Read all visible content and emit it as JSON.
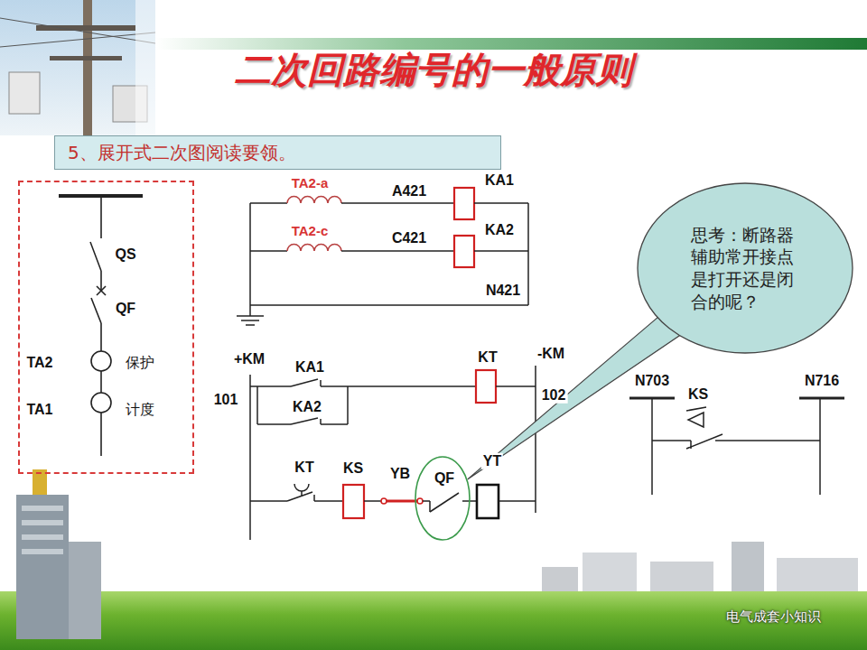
{
  "diagram": {
    "title": "二次回路编号的一般原则",
    "nodes": [
      {
        "text": [
          "5、展开式二次图阅读要领。"
        ]
      },
      {
        "text": [
          "QS",
          "QF",
          "TA2",
          "保护",
          "TA1",
          "计度"
        ]
      },
      {
        "text": [
          "QF"
        ]
      },
      {
        "text": [
          "思考：断路器辅助常开接点是打开还是闭合的呢？"
        ]
      }
    ],
    "edges": [
      {
        "from": 3,
        "to": 2,
        "arrow": "none"
      }
    ],
    "labels": [
      "TA2-a",
      "A421",
      "KA1",
      "TA2-c",
      "C421",
      "KA2",
      "N421",
      "+KM",
      "KA1",
      "KT",
      "-KM",
      "101",
      "102",
      "N703",
      "KS",
      "N716",
      "KA2",
      "KT",
      "KS",
      "YB",
      "YT",
      "电气成套小知识"
    ]
  }
}
